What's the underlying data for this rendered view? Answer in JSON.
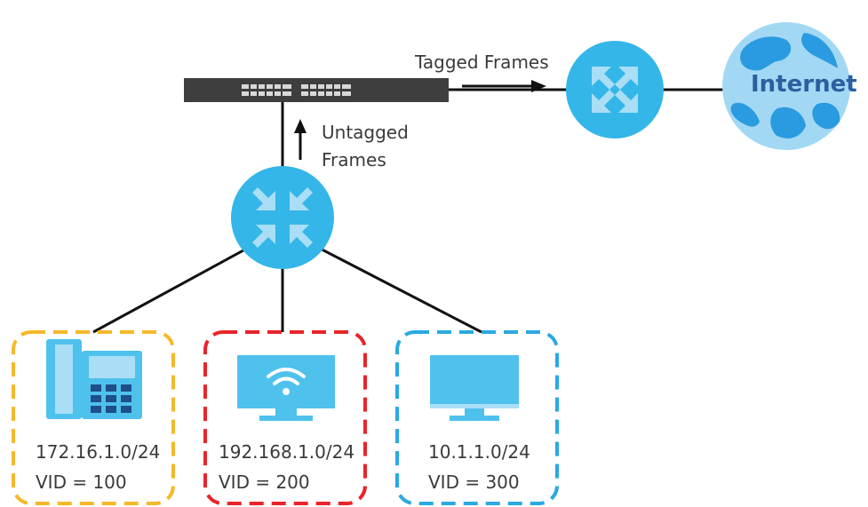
{
  "labels": {
    "tagged": "Tagged Frames",
    "untagged_line1": "Untagged",
    "untagged_line2": "Frames",
    "internet": "Internet"
  },
  "devices": [
    {
      "subnet": "172.16.1.0/24",
      "vid": "VID = 100",
      "device": "phone-icon",
      "border_color": "#f6b82b"
    },
    {
      "subnet": "192.168.1.0/24",
      "vid": "VID = 200",
      "device": "wifi-monitor-icon",
      "border_color": "#e8242a"
    },
    {
      "subnet": "10.1.1.0/24",
      "vid": "VID = 300",
      "device": "monitor-icon",
      "border_color": "#2aa9e0"
    }
  ],
  "colors": {
    "router": "#34b6e8",
    "router_arrow": "#a9def6",
    "device": "#4fc1ed",
    "switch": "#3e3e3e",
    "globe": "#a3d8f4",
    "globe_land": "#2a9be0"
  }
}
